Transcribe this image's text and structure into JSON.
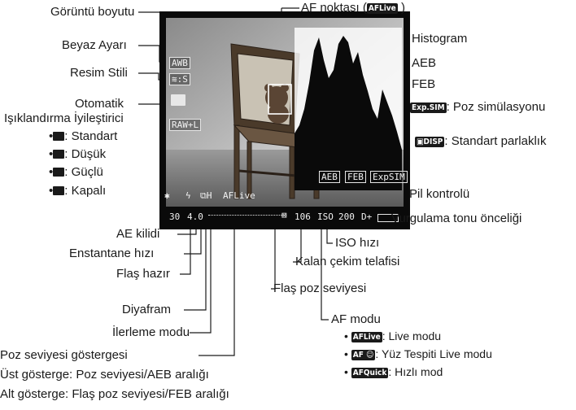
{
  "lcd_overlay": {
    "picture_style": "≋:S",
    "image_size": "RAW+L",
    "exposure_readout": [
      "30",
      "4.0"
    ],
    "iso_value": "200",
    "shots_remaining": "106",
    "af_mode": "AFLive",
    "drive_mode": "⧉H",
    "aeb": "AEB",
    "feb": "FEB",
    "exposure_sim": "ExpSIM",
    "highlight_tone": "D+",
    "wb_icon": "AWB",
    "alo_icon": "auto-lighting-icon",
    "battery_icon": "battery-icon"
  },
  "callouts_left": {
    "image_size": "Görüntü boyutu",
    "white_balance": "Beyaz Ayarı",
    "picture_style": "Resim Stili",
    "auto": "Otomatik",
    "alo": "Işıklandırma İyileştirici",
    "alo_options": [
      ": Standart",
      ": Düşük",
      ": Güçlü",
      ": Kapalı"
    ]
  },
  "callouts_top": {
    "af_point": "AF noktası (",
    "af_point_chip": "AFLive",
    "af_point_close": ")"
  },
  "callouts_right": {
    "histogram": "Histogram",
    "aeb": "AEB",
    "feb": "FEB",
    "exposure_sim_chip": "Exp.SIM",
    "exposure_sim": ": Poz simülasyonu",
    "standard_chip": "DISP",
    "standard": ": Standart parlaklık",
    "battery": "Pil kontrolü",
    "highlight": "Vurgulama tonu önceliği"
  },
  "callouts_bottom": {
    "ae_lock": "AE kilidi",
    "shutter": "Enstantane hızı",
    "flash_ready": "Flaş hazır",
    "aperture": "Diyafram",
    "drive": "İlerleme modu",
    "iso": "ISO hızı",
    "shots": "Kalan çekim telafisi",
    "flash_level": "Flaş poz seviyesi",
    "af_mode_title": "AF modu",
    "af_modes": [
      {
        "chip": "AFLive",
        "text": ": Live modu"
      },
      {
        "chip": "AF ☺",
        "text": ": Yüz Tespiti Live modu"
      },
      {
        "chip": "AFQuick",
        "text": ": Hızlı mod"
      }
    ],
    "exposure_level": "Poz seviyesi göstergesi",
    "upper_scale": "Üst gösterge: Poz seviyesi/AEB aralığı",
    "lower_scale": "Alt gösterge: Flaş poz seviyesi/FEB aralığı"
  }
}
